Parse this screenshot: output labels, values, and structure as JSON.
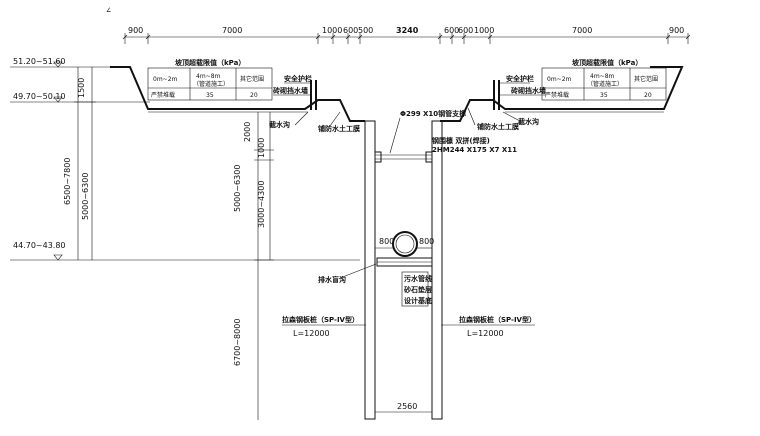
{
  "corner_mark": "∠",
  "top_dims": [
    "900",
    "7000",
    "1000",
    "600",
    "500",
    "3240",
    "600",
    "600",
    "1000",
    "7000",
    "900"
  ],
  "elevations": {
    "ground": "51.20~51.60",
    "step": "49.70~50.10",
    "bottom": "44.70~43.80"
  },
  "left_vertical_dims": [
    "1500",
    "6500~7800",
    "5000~6300"
  ],
  "mid_vertical_dims": [
    "2000",
    "1000",
    "5000~6300",
    "3000~4300",
    "6700~8000"
  ],
  "load_table": {
    "title": "坡顶超载限值（kPa）",
    "headers": [
      "0m~2m",
      "4m~8m\n（管道施工）",
      "其它范围"
    ],
    "row_label": "严禁堆载",
    "values": [
      "35",
      "20"
    ]
  },
  "labels": {
    "safety_rail": "安全护栏",
    "water_wall": "砖砌挡水墙",
    "drain_ditch": "截水沟",
    "geotextile": "铺防水土工膜",
    "steel_support": "Φ299 X10钢管支撑",
    "waling": "钢围檩 双拼(焊接)",
    "waling_spec": "2HM244 X175 X7 X11",
    "blind_ditch": "排水盲沟",
    "sewer_pipe": "污水管线",
    "gravel": "砂石垫层",
    "design_base": "设计基底",
    "pile_left": "拉森钢板桩（SP-IV型）",
    "pile_left_len": "L=12000",
    "pile_right": "拉森钢板桩（SP-IV型）",
    "pile_right_len": "L=12000",
    "pipe_left": "800",
    "pipe_right": "800",
    "trench_width": "2560"
  }
}
